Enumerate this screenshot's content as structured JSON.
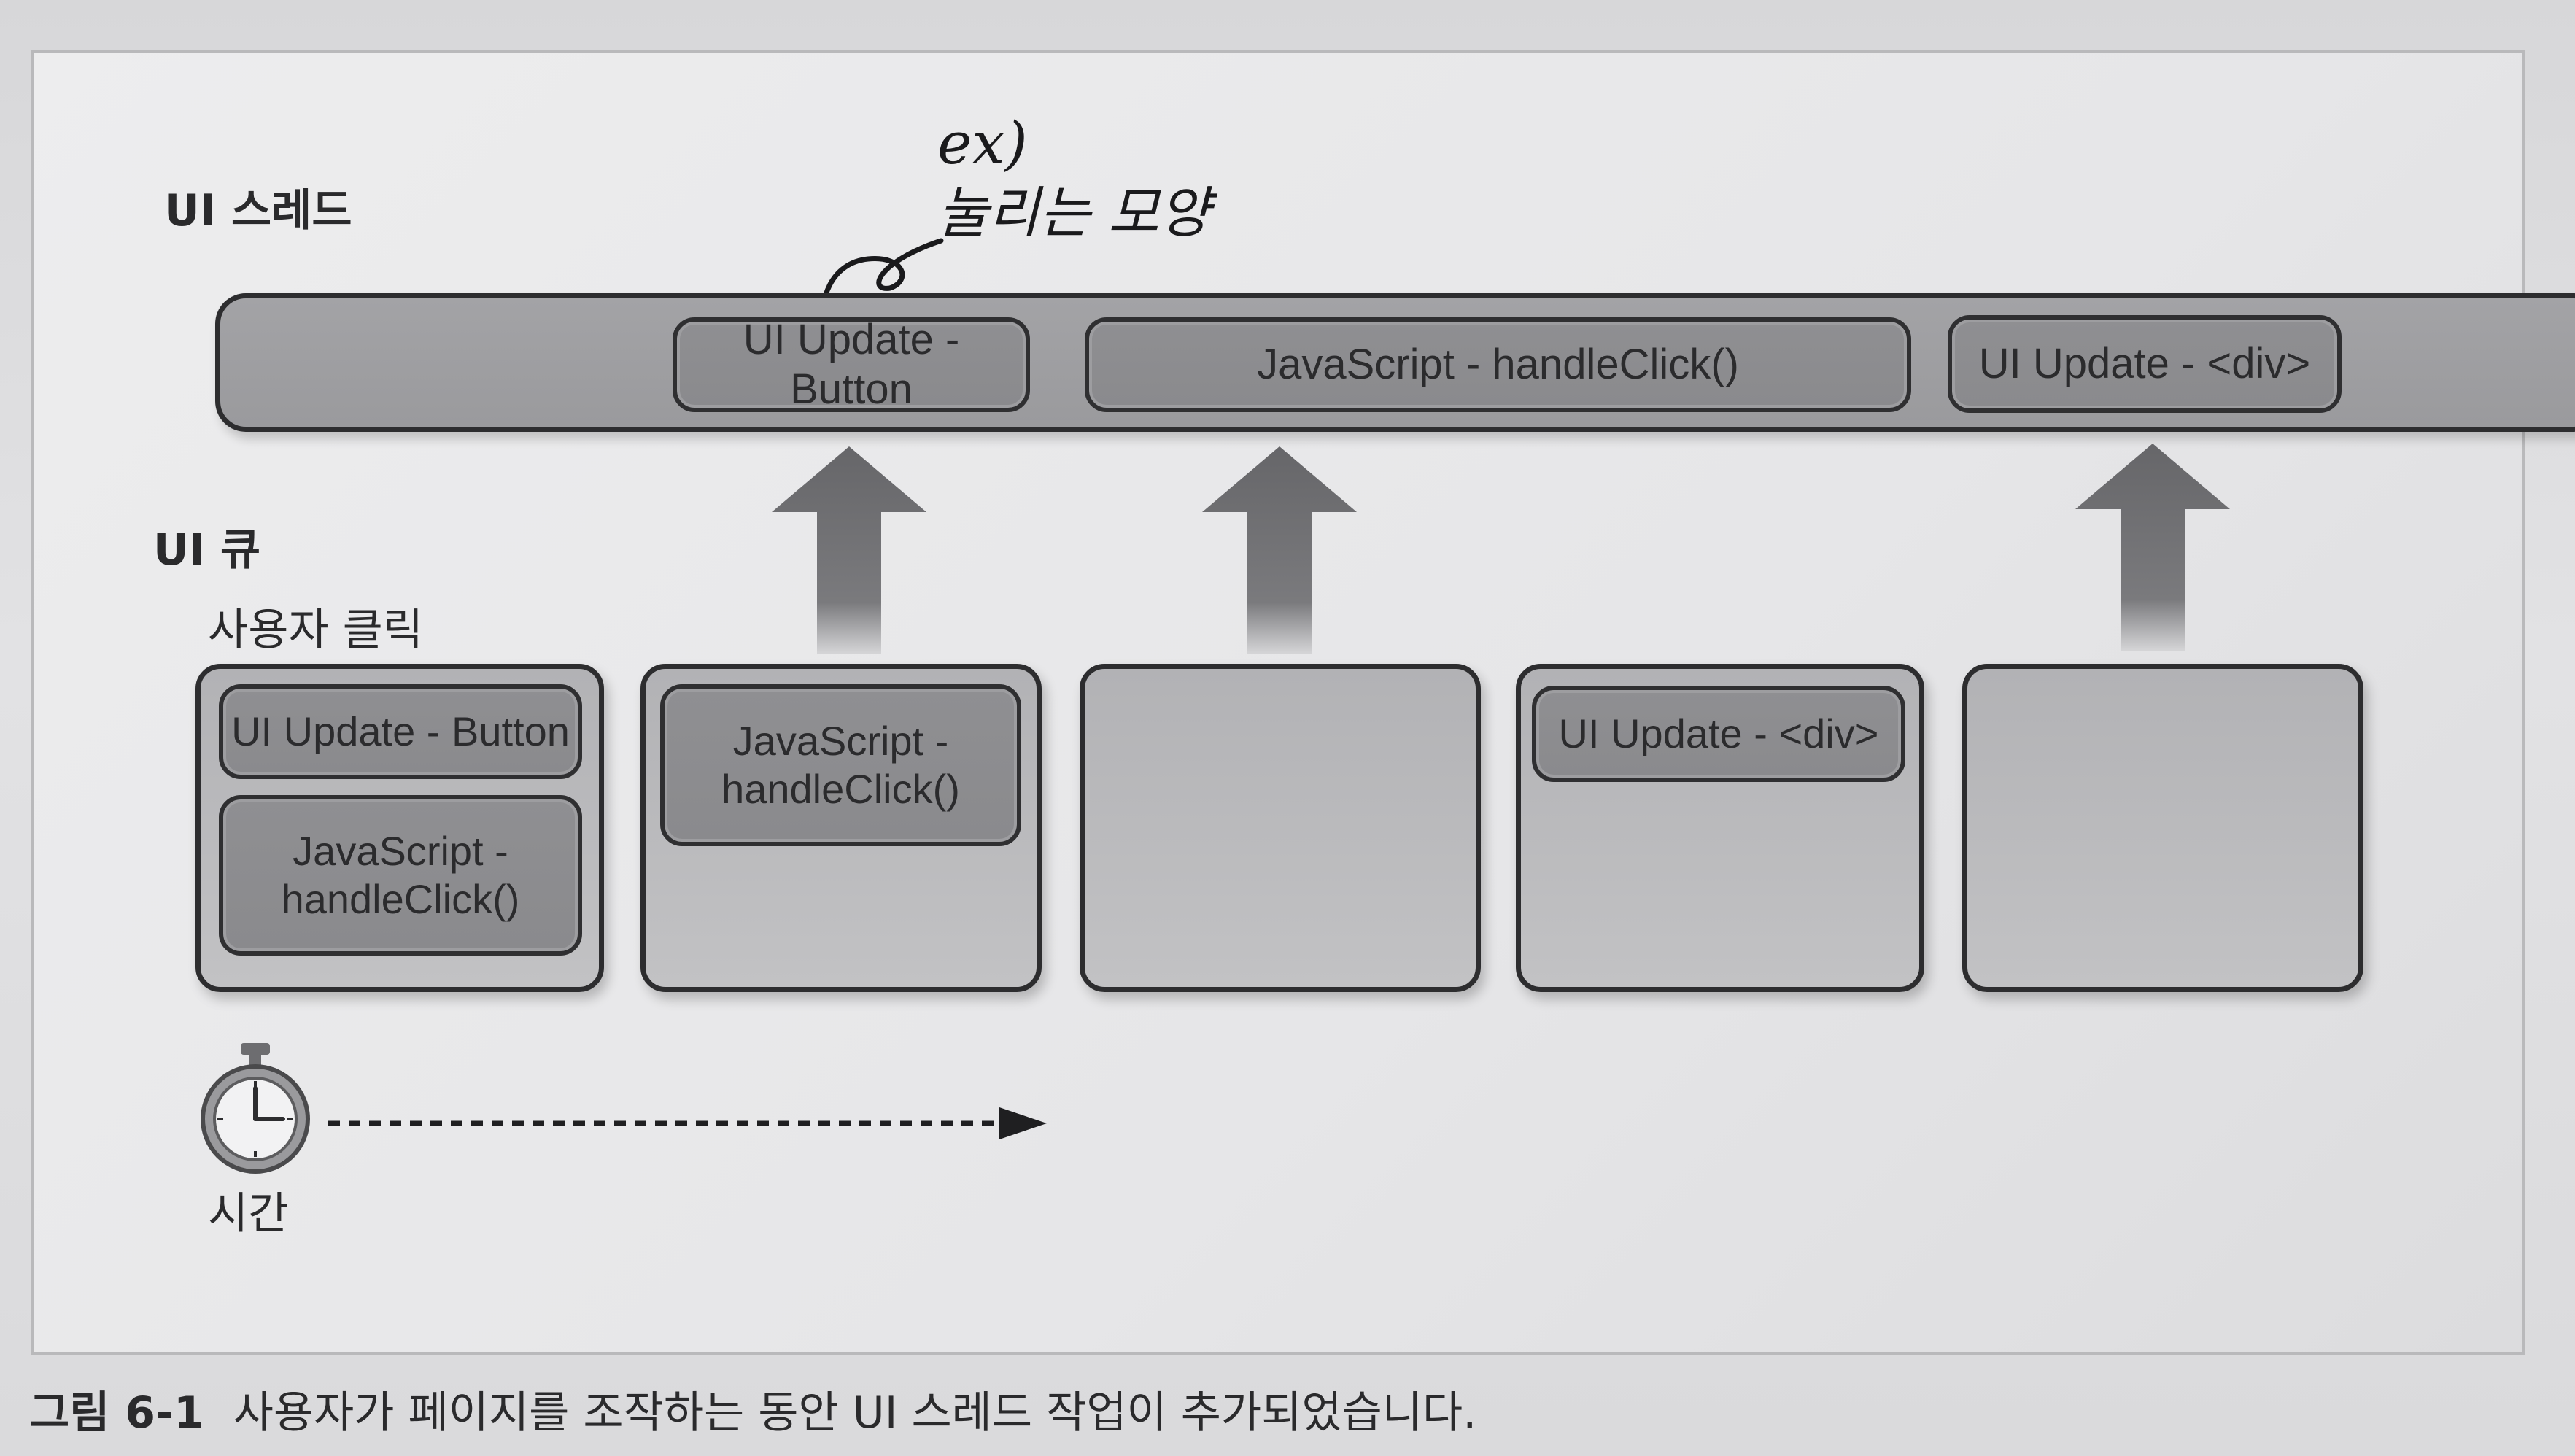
{
  "labels": {
    "ui_thread": "UI 스레드",
    "ui_queue": "UI 큐",
    "user_click": "사용자 클릭",
    "time": "시간"
  },
  "thread_tasks": [
    {
      "text": "UI Update - Button"
    },
    {
      "text": "JavaScript - handleClick()"
    },
    {
      "text": "UI Update - <div>"
    }
  ],
  "queue": [
    {
      "items": [
        "UI Update - Button",
        "JavaScript -\nhandleClick()"
      ]
    },
    {
      "items": [
        "JavaScript -\nhandleClick()"
      ]
    },
    {
      "items": []
    },
    {
      "items": [
        "UI Update - <div>"
      ]
    },
    {
      "items": []
    }
  ],
  "annotation": {
    "line1": "ex)",
    "line2": "눌리는 모양"
  },
  "caption": {
    "number": "그림 6-1",
    "text": "사용자가 페이지를 조작하는 동안 UI 스레드 작업이 추가되었습니다."
  },
  "colors": {
    "box_fill": "#8f8f92",
    "queue_fill": "#b8b8bb",
    "outline": "#2d2d2f",
    "arrow": "#6e6e71"
  }
}
